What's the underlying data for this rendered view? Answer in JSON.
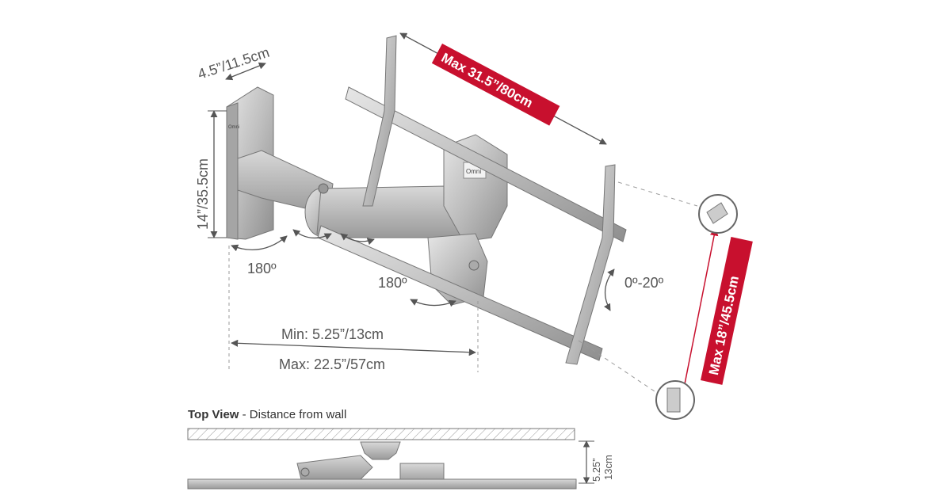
{
  "labels": {
    "depth": "4.5”/11.5cm",
    "height": "14”/35.5cm",
    "max_width": "Max 31.5”/80cm",
    "max_height": "Max 18”/45.5cm",
    "swivel_wall": "180º",
    "swivel_head": "180º",
    "tilt": "0º-20º",
    "min_extension": "Min: 5.25”/13cm",
    "max_extension": "Max: 22.5”/57cm",
    "top_view_title": "Top View",
    "top_view_subtitle": " - Distance from wall",
    "top_view_in": "5.25”",
    "top_view_cm": "13cm",
    "logo": "Omni"
  },
  "colors": {
    "accent_red": "#c8102e",
    "metal": "#c9c9c9",
    "metal_dark": "#8e8e8e",
    "line": "#555555"
  }
}
